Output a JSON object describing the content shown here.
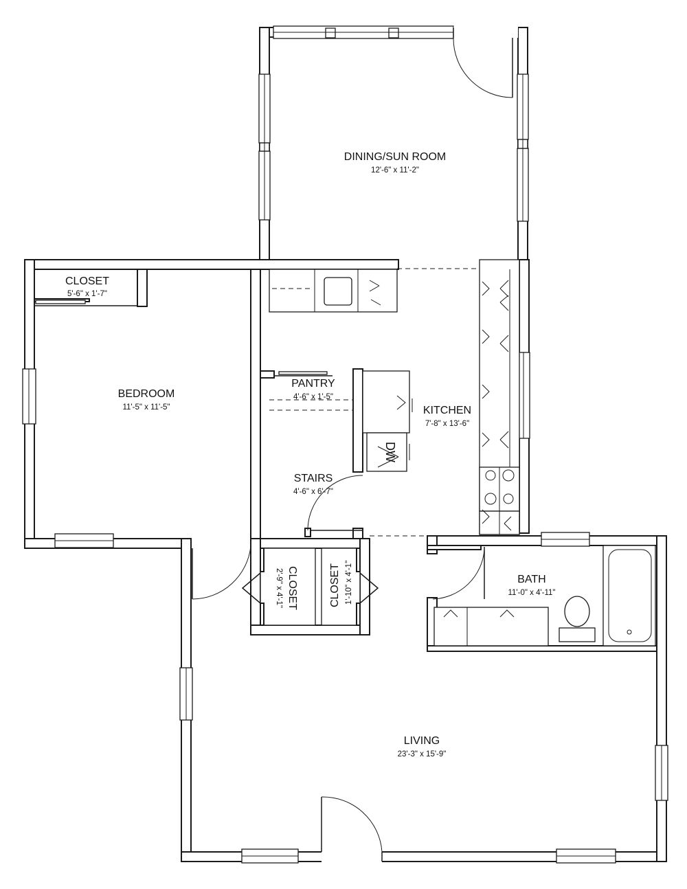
{
  "rooms": {
    "dining": {
      "name": "DINING/SUN ROOM",
      "dims": "12'-6\" x 11'-2\""
    },
    "bedroom": {
      "name": "BEDROOM",
      "dims": "11'-5\" x 11'-5\""
    },
    "bedroom_closet": {
      "name": "CLOSET",
      "dims": "5'-6\" x 1'-7\""
    },
    "pantry": {
      "name": "PANTRY",
      "dims": "4'-6\" x 1'-5\""
    },
    "kitchen": {
      "name": "KITCHEN",
      "dims": "7'-8\" x 13'-6\""
    },
    "stairs": {
      "name": "STAIRS",
      "dims": "4'-6\" x 6'-7\""
    },
    "hall_closet_1": {
      "name": "CLOSET",
      "dims": "2'-9\" x 4'-1\""
    },
    "hall_closet_2": {
      "name": "CLOSET",
      "dims": "1'-10\" x 4'-1\""
    },
    "bath": {
      "name": "BATH",
      "dims": "11'-0\" x 4'-11\""
    },
    "living": {
      "name": "LIVING",
      "dims": "23'-3\" x 15'-9\""
    }
  },
  "appliances": {
    "dishwasher": "DW"
  }
}
